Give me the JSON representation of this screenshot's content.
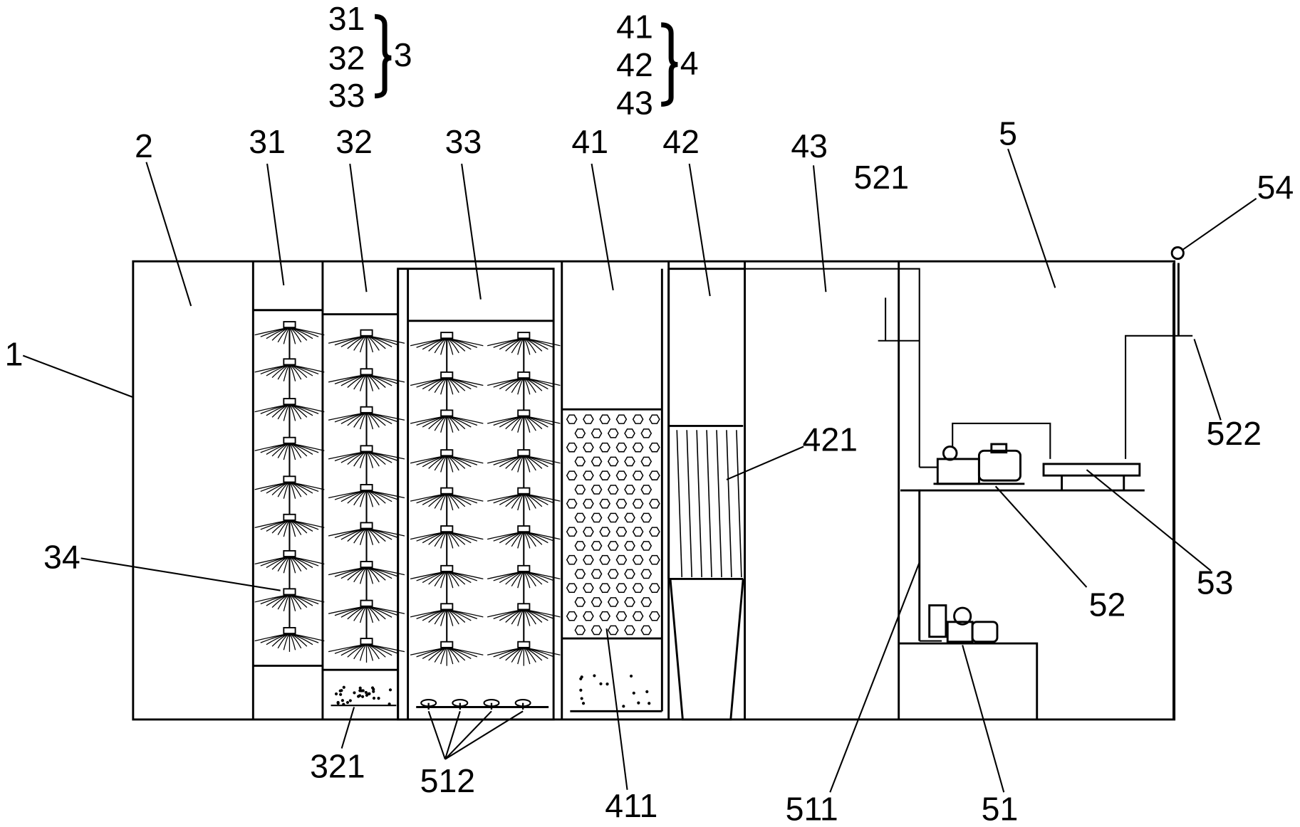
{
  "legend_groups": [
    {
      "group": "3",
      "items": [
        "31",
        "32",
        "33"
      ]
    },
    {
      "group": "4",
      "items": [
        "41",
        "42",
        "43"
      ]
    }
  ],
  "labels": {
    "l1": "1",
    "l2": "2",
    "l31": "31",
    "l32": "32",
    "l33": "33",
    "l34": "34",
    "l41": "41",
    "l42": "42",
    "l43": "43",
    "l5": "5",
    "l51": "51",
    "l52": "52",
    "l53": "53",
    "l54": "54",
    "l321": "321",
    "l411": "411",
    "l421": "421",
    "l511": "511",
    "l512": "512",
    "l521": "521",
    "l522": "522"
  }
}
